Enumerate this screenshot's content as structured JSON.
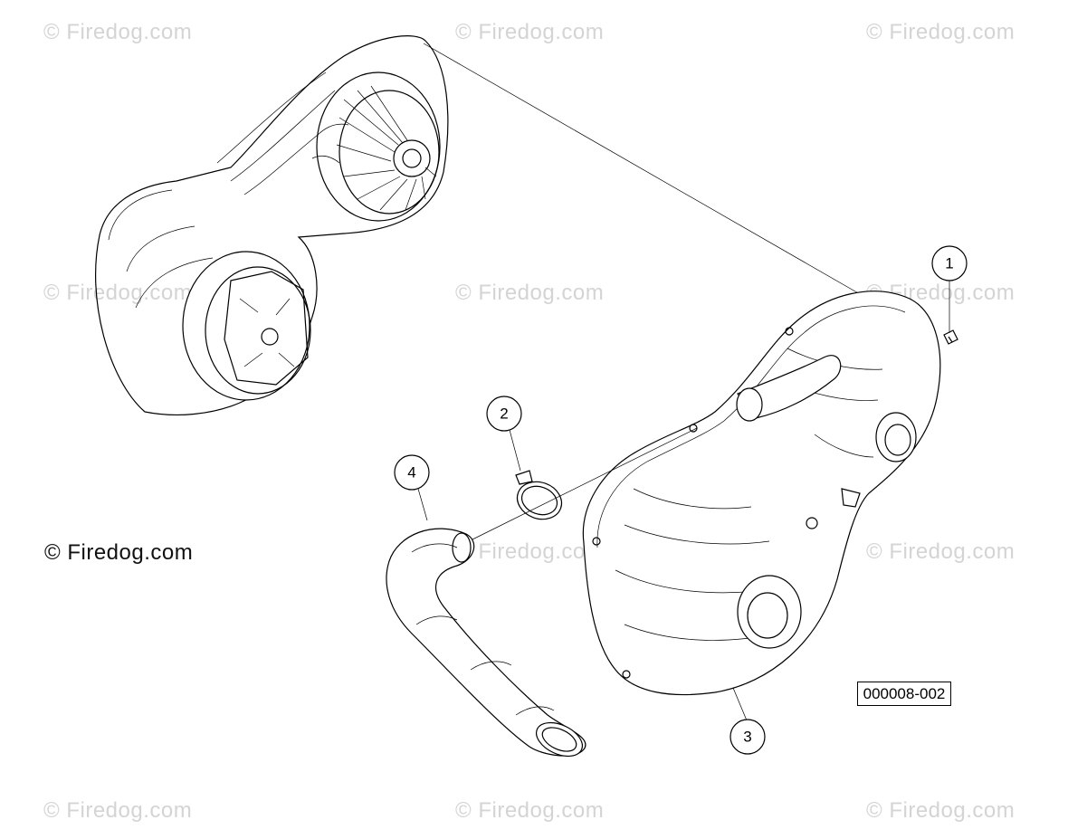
{
  "watermarks": {
    "text": "© Firedog.com",
    "main_text": "© Firedog.com"
  },
  "callouts": [
    {
      "label": "1"
    },
    {
      "label": "2"
    },
    {
      "label": "3"
    },
    {
      "label": "4"
    }
  ],
  "diagram_code": "000008-002"
}
